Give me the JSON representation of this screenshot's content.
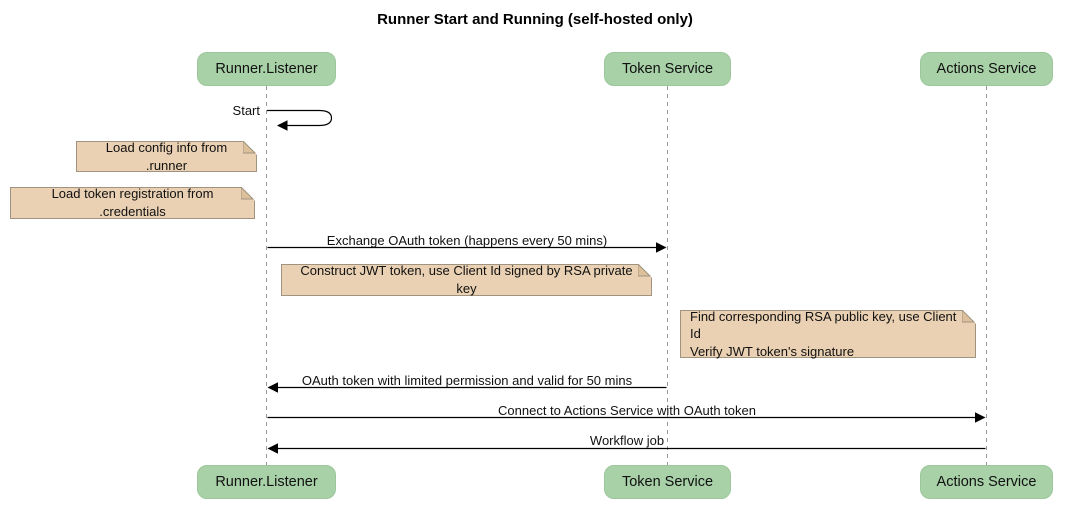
{
  "title": "Runner Start and Running (self-hosted only)",
  "actors": [
    {
      "name": "Runner.Listener"
    },
    {
      "name": "Token Service"
    },
    {
      "name": "Actions Service"
    }
  ],
  "messages": {
    "start": "Start",
    "exchange_oauth": "Exchange OAuth token (happens every 50 mins)",
    "oauth_return": "OAuth token with limited permission and valid for 50 mins",
    "connect_actions": "Connect to Actions Service with OAuth token",
    "workflow_job": "Workflow job"
  },
  "notes": {
    "load_config": "Load config info from .runner",
    "load_token_registration": "Load token registration from .credentials",
    "construct_jwt": "Construct JWT token, use Client Id signed by RSA private key",
    "find_rsa_line1": "Find corresponding RSA public key, use Client Id",
    "find_rsa_line2": "Verify JWT token's signature"
  },
  "colors": {
    "actor_fill": "#a8d1a8",
    "note_fill": "#ead1b3",
    "note_border": "#a0937f",
    "note_fold": "#dcc09c",
    "lifeline": "#999999",
    "arrow": "#000000"
  }
}
